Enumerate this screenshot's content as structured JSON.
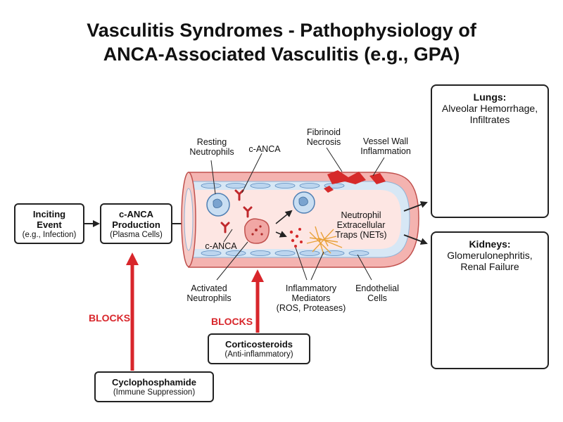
{
  "title": {
    "line1": "Vasculitis Syndromes - Pathophysiology of",
    "line2": "ANCA-Associated Vasculitis (e.g., GPA)"
  },
  "boxes": {
    "inciting": {
      "bold1": "Inciting",
      "bold2": "Event",
      "sub": "(e.g., Infection)"
    },
    "canca_production": {
      "bold1": "c-ANCA",
      "bold2": "Production",
      "sub": "(Plasma Cells)"
    },
    "corticosteroids": {
      "bold": "Corticosteroids",
      "sub": "(Anti-inflammatory)"
    },
    "cyclophosphamide": {
      "bold": "Cyclophosphamide",
      "sub": "(Immune Suppression)"
    }
  },
  "labels": {
    "resting_neutrophils": [
      "Resting",
      "Neutrophils"
    ],
    "canca_top": "c-ANCA",
    "fibrinoid_necrosis": [
      "Fibrinoid",
      "Necrosis"
    ],
    "vessel_wall_inflammation": [
      "Vessel Wall",
      "Inflammation"
    ],
    "canca_inside": "c-ANCA",
    "nets": [
      "Neutrophil",
      "Extracellular",
      "Traps (NETs)"
    ],
    "activated_neutrophils": [
      "Activated",
      "Neutrophils"
    ],
    "inflammatory_mediators": [
      "Inflammatory",
      "Mediators",
      "(ROS, Proteases)"
    ],
    "endothelial_cells": [
      "Endothelial",
      "Cells"
    ]
  },
  "blocks_label": "BLOCKS",
  "organs": {
    "lungs": {
      "title": "Lungs:",
      "line1": "Alveolar Hemorrhage,",
      "line2": "Infiltrates"
    },
    "kidneys": {
      "title": "Kidneys:",
      "line1": "Glomerulonephritis,",
      "line2": "Renal Failure"
    }
  },
  "colors": {
    "block_red": "#d8262b",
    "vessel_wall": "#f2a3a3",
    "lumen": "#fbe3e0",
    "endothelium": "#cfe2f3",
    "rbc": "#d62a2a",
    "nets": "#e9a23b"
  }
}
